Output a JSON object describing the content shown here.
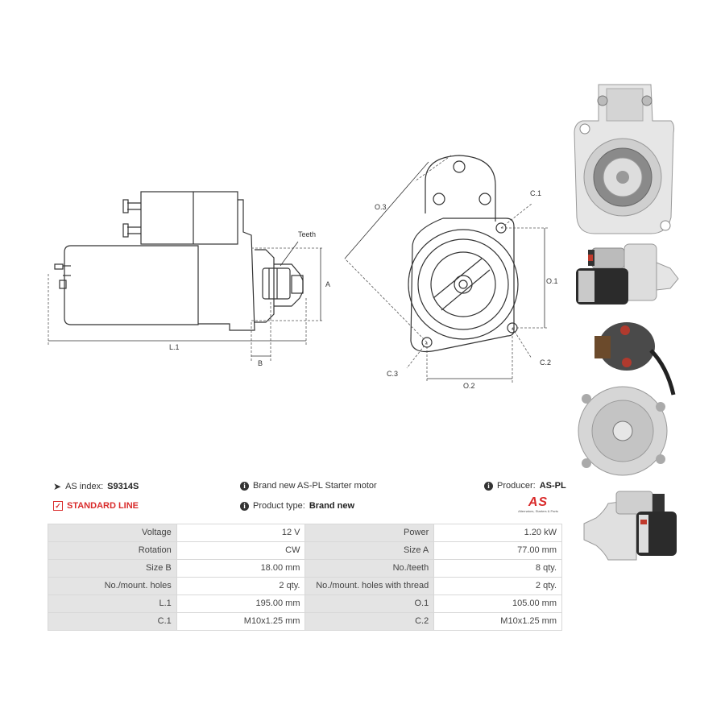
{
  "drawing": {
    "side_labels": {
      "teeth": "Teeth",
      "a": "A",
      "l1": "L.1",
      "b": "B"
    },
    "front_labels": {
      "o3": "O.3",
      "c1": "C.1",
      "o1": "O.1",
      "c2": "C.2",
      "c3": "C.3",
      "o2": "O.2"
    }
  },
  "info": {
    "as_index_label": "AS index:",
    "as_index_value": "S9314S",
    "standard_line": "STANDARD LINE",
    "description": "Brand new AS-PL Starter motor",
    "product_type_label": "Product type:",
    "product_type_value": "Brand new",
    "producer_label": "Producer:",
    "producer_value": "AS-PL",
    "logo_text": "AS",
    "logo_tagline": "Alternators, Starters & Parts"
  },
  "specs": [
    [
      "Voltage",
      "12 V",
      "Power",
      "1.20 kW"
    ],
    [
      "Rotation",
      "CW",
      "Size A",
      "77.00 mm"
    ],
    [
      "Size B",
      "18.00 mm",
      "No./teeth",
      "8 qty."
    ],
    [
      "No./mount. holes",
      "2 qty.",
      "No./mount. holes with thread",
      "2 qty."
    ],
    [
      "L.1",
      "195.00 mm",
      "O.1",
      "105.00 mm"
    ],
    [
      "C.1",
      "M10x1.25 mm",
      "C.2",
      "M10x1.25 mm"
    ]
  ],
  "colors": {
    "accent": "#d92b2b",
    "header_cell": "#e4e4e4",
    "line": "#333333",
    "dim": "#555555"
  },
  "icons": [
    "tag-icon",
    "check-square-icon",
    "info-icon"
  ]
}
